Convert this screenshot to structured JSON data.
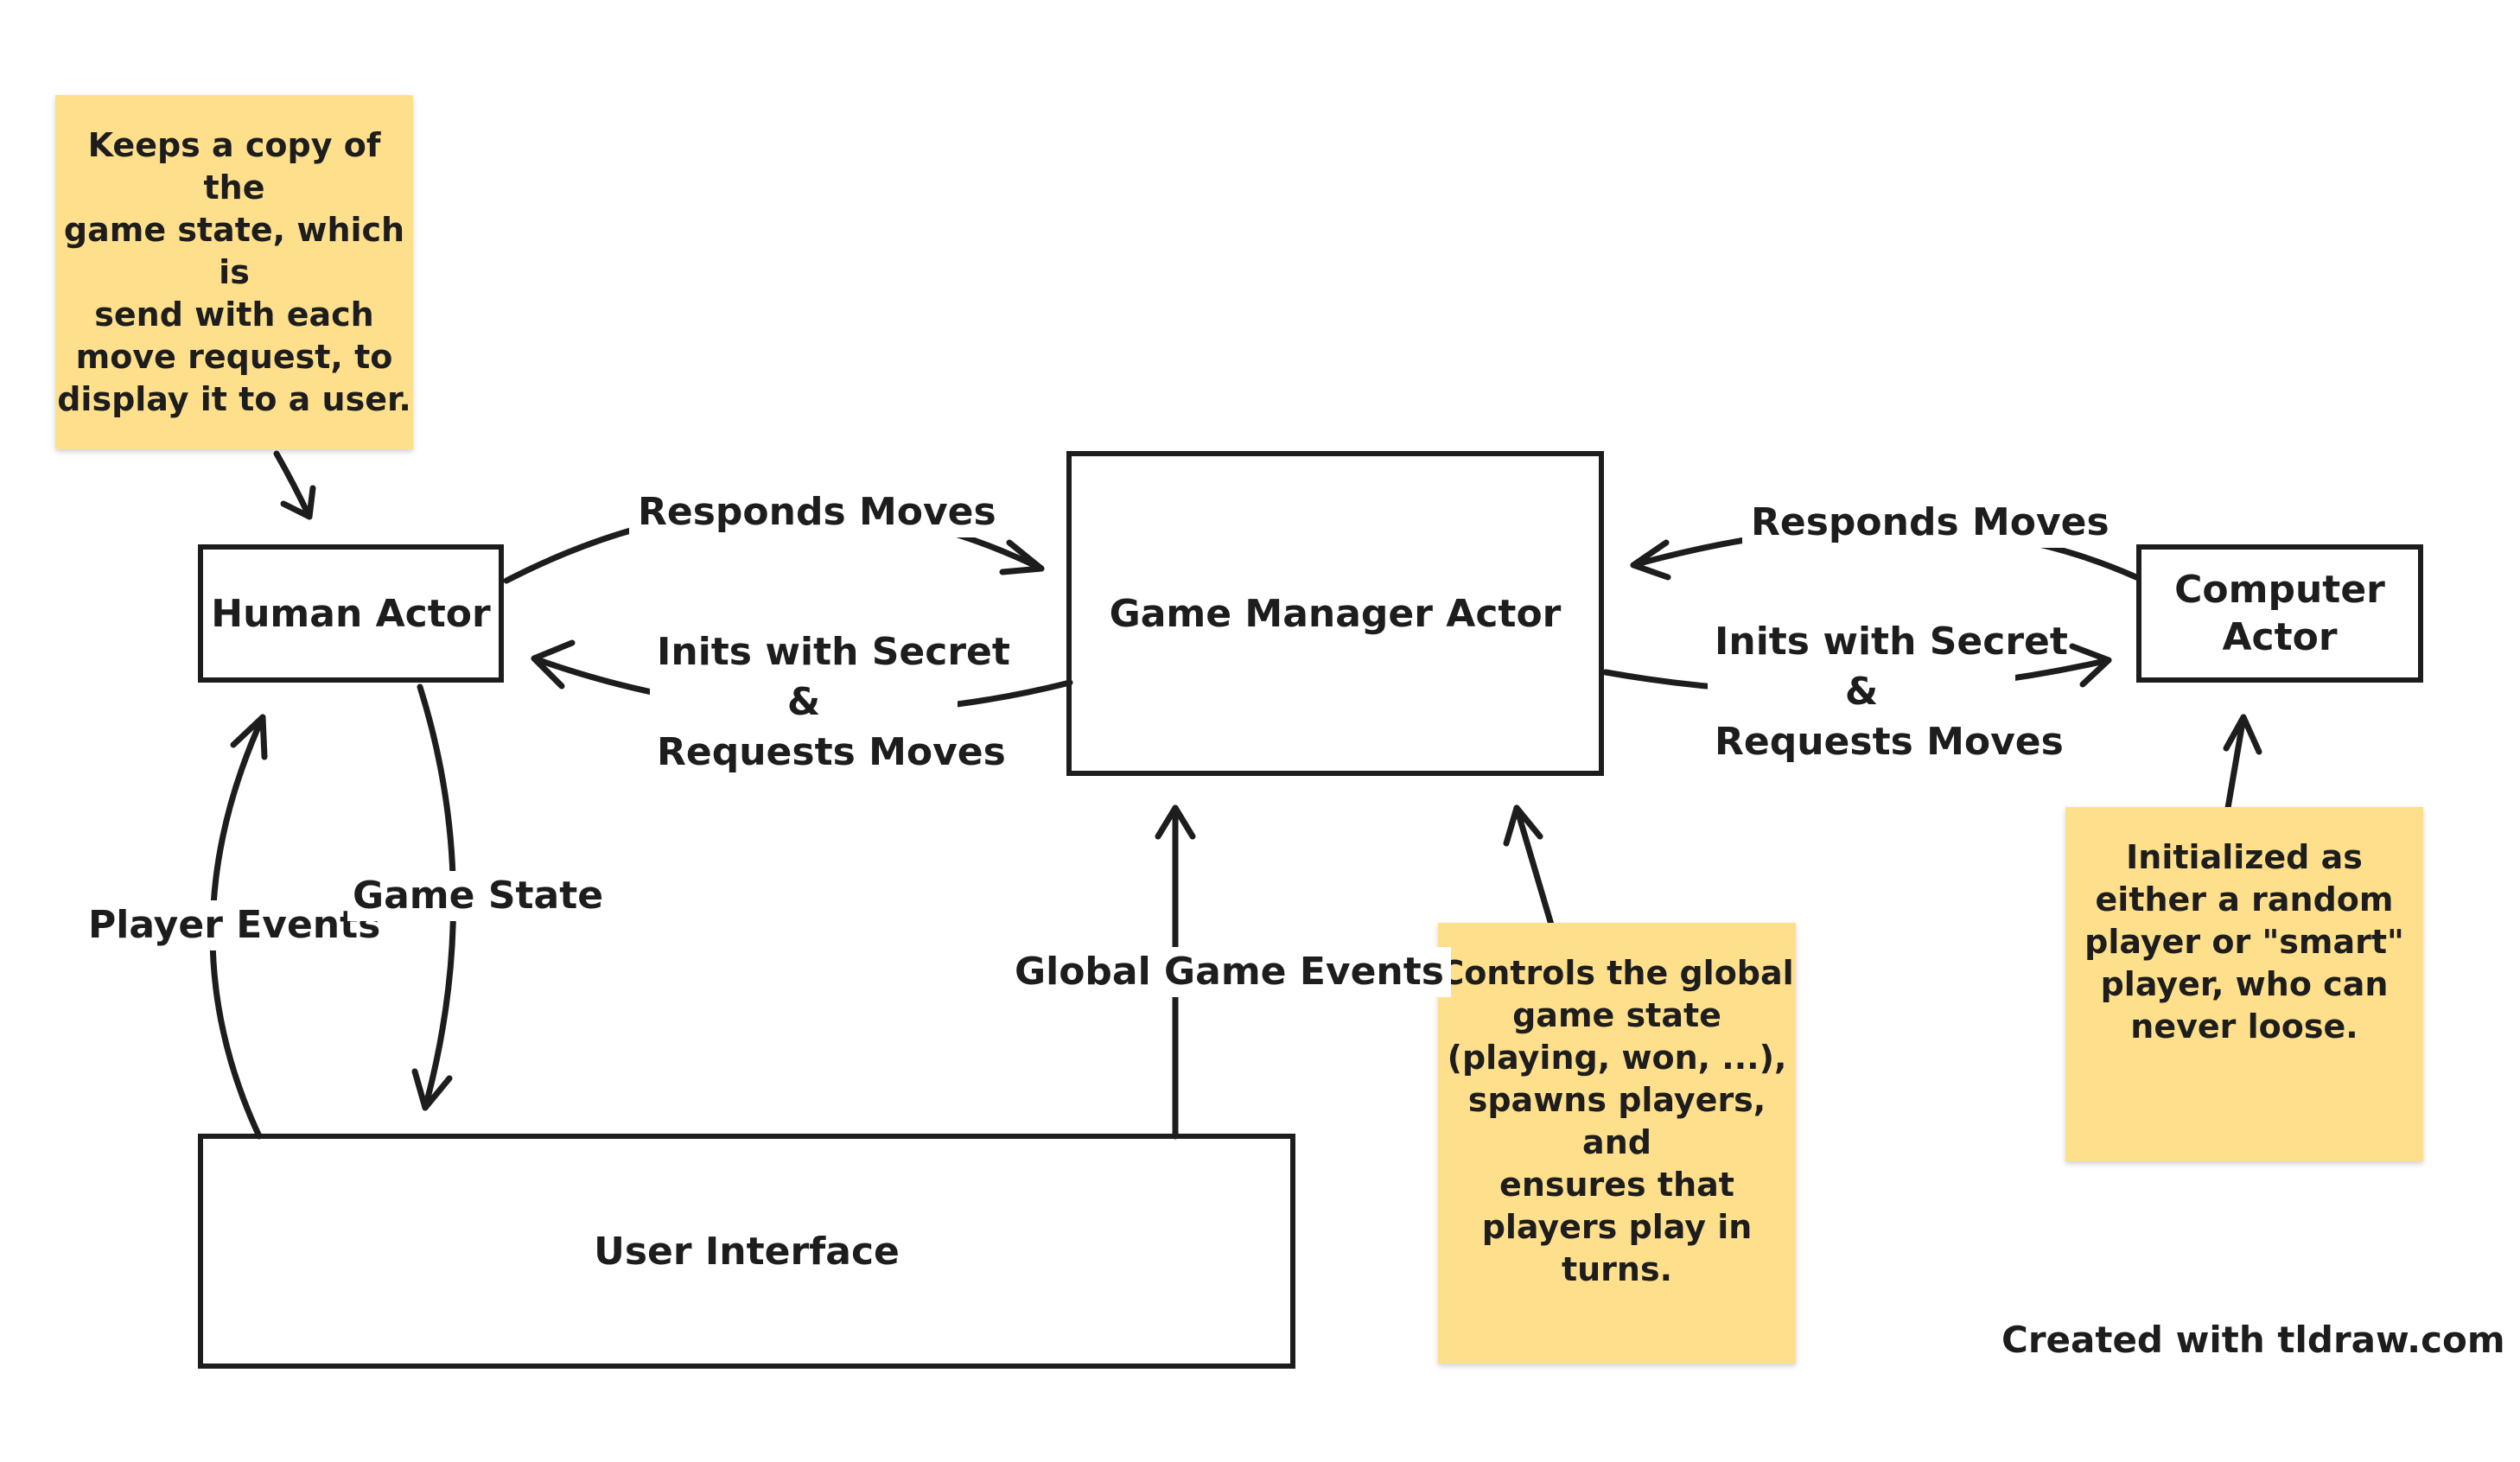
{
  "boxes": {
    "human_actor": "Human Actor",
    "game_manager_actor": "Game Manager Actor",
    "computer_actor": "Computer Actor",
    "user_interface": "User Interface"
  },
  "notes": {
    "human_note": "Keeps a copy of the\ngame state, which is\nsend with each\nmove request, to\ndisplay it to a user.",
    "manager_note": "Controls the global\ngame state\n(playing, won, ...),\nspawns players, and\nensures that\nplayers play in\nturns.",
    "computer_note": "Initialized as\neither a random\nplayer or \"smart\"\nplayer, who can\nnever loose."
  },
  "edges": {
    "responds_moves_left": "Responds Moves",
    "inits_left_1": "Inits with Secret",
    "inits_left_2": "&",
    "inits_left_3": "Requests Moves",
    "responds_moves_right": "Responds Moves",
    "inits_right_1": "Inits with Secret",
    "inits_right_2": "&",
    "inits_right_3": "Requests Moves",
    "player_events": "Player Events",
    "game_state": "Game State",
    "global_game_events": "Global Game Events"
  },
  "footer": "Created with tldraw.com",
  "colors": {
    "stroke": "#1d1d1d",
    "note_fill": "#fedf8b",
    "background": "#ffffff"
  }
}
